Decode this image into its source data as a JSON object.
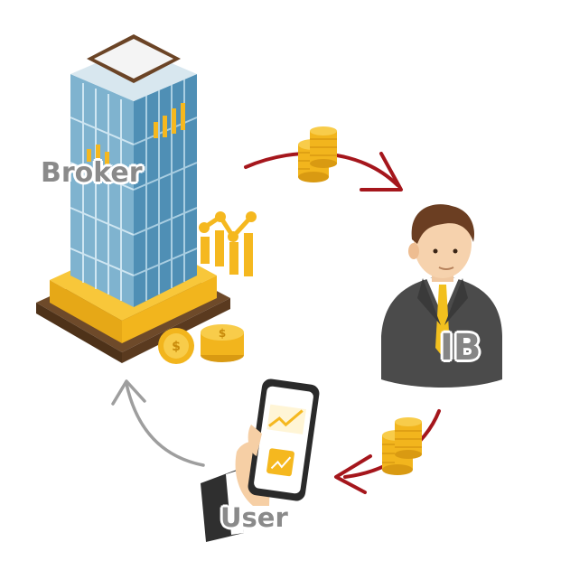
{
  "labels": {
    "broker": "Broker",
    "ib": "IB",
    "user": "User"
  },
  "colors": {
    "arrow_money": "#a5161c",
    "arrow_gray": "#9e9e9e",
    "gold": "#f5b81f",
    "glass": "#7fb3cf",
    "suit": "#4b4b4b",
    "tie": "#f2c01e"
  },
  "icons": {
    "broker": "office-tower",
    "ib": "businessman",
    "user": "hand-holding-smartphone",
    "money": "coin-stack"
  }
}
